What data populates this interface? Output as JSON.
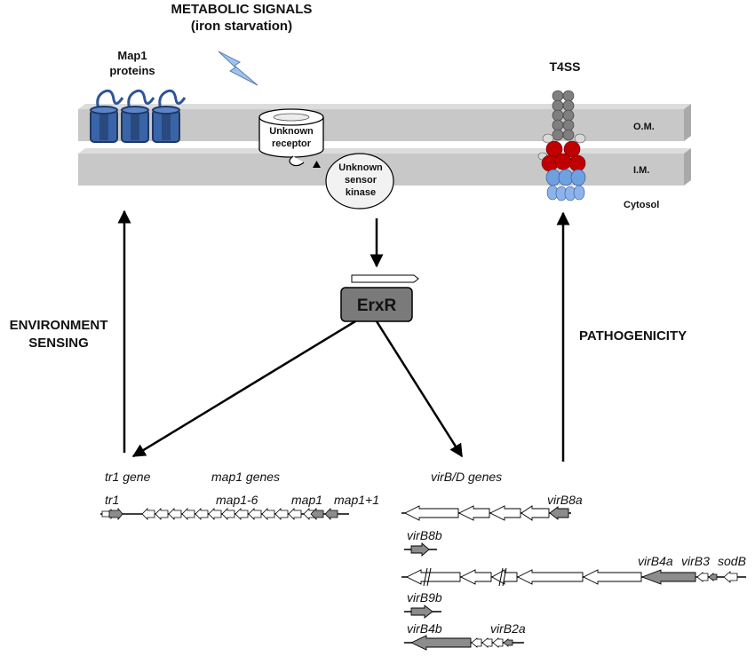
{
  "colors": {
    "membrane": "#c8c8c8",
    "membrane_edge": "#a9a9a9",
    "map1_protein": "#2f5597",
    "erxr_box": "#7a7a7a",
    "t4ss_red": "#c00000",
    "t4ss_blue": "#6fa0e0",
    "t4ss_gray": "#7f7f7f",
    "gene_gray": "#8c8c8c",
    "arrow": "#000000"
  },
  "header": {
    "title_line1": "METABOLIC SIGNALS",
    "title_line2": "(iron starvation)"
  },
  "membrane": {
    "outer_label": "O.M.",
    "inner_label": "I.M.",
    "cytosol_label": "Cytosol"
  },
  "proteins": {
    "map1_line1": "Map1",
    "map1_line2": "proteins",
    "receptor_line1": "Unknown",
    "receptor_line2": "receptor",
    "kinase_line1": "Unknown",
    "kinase_line2": "sensor",
    "kinase_line3": "kinase",
    "t4ss": "T4SS",
    "regulator": "ErxR"
  },
  "processes": {
    "env_line1": "ENVIRONMENT",
    "env_line2": "SENSING",
    "pathogenicity": "PATHOGENICITY"
  },
  "genes_left": {
    "tr1_gene_title": "tr1 gene",
    "map1_genes_title": "map1 genes",
    "tr1": "tr1",
    "map1_6": "map1-6",
    "map1": "map1",
    "map1_plus1": "map1+1"
  },
  "genes_right": {
    "title": "virB/D genes",
    "virB8a": "virB8a",
    "virB8b": "virB8b",
    "virB4a": "virB4a",
    "virB3": "virB3",
    "sodB": "sodB",
    "virB9b": "virB9b",
    "virB4b": "virB4b",
    "virB2a": "virB2a"
  }
}
